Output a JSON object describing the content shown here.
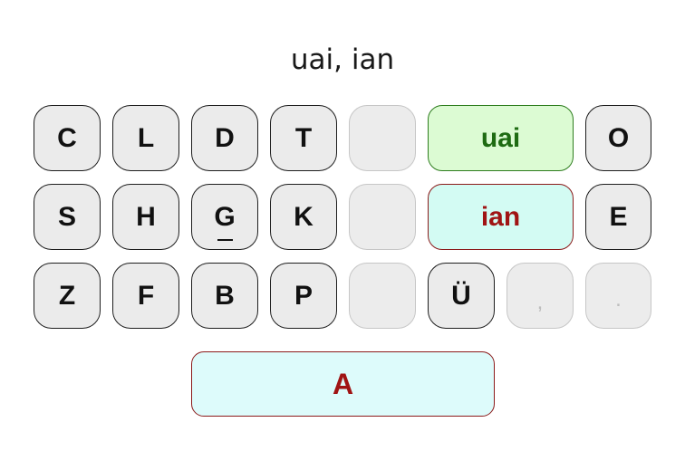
{
  "header": {
    "text": "uai, ian"
  },
  "keys": [
    {
      "name": "key-c",
      "label": "C",
      "style": "normal"
    },
    {
      "name": "key-l",
      "label": "L",
      "style": "normal"
    },
    {
      "name": "key-d",
      "label": "D",
      "style": "normal"
    },
    {
      "name": "key-t",
      "label": "T",
      "style": "normal"
    },
    {
      "name": "key-blank-1",
      "label": "",
      "style": "empty"
    },
    {
      "name": "key-uai",
      "label": "uai",
      "style": "green"
    },
    {
      "name": "key-o",
      "label": "O",
      "style": "normal"
    },
    {
      "name": "key-s",
      "label": "S",
      "style": "normal"
    },
    {
      "name": "key-h",
      "label": "H",
      "style": "normal"
    },
    {
      "name": "key-g-underlined",
      "label": "G",
      "style": "normal",
      "underline": true
    },
    {
      "name": "key-k",
      "label": "K",
      "style": "normal"
    },
    {
      "name": "key-blank-2",
      "label": "",
      "style": "empty"
    },
    {
      "name": "key-ian",
      "label": "ian",
      "style": "cyan"
    },
    {
      "name": "key-e",
      "label": "E",
      "style": "normal"
    },
    {
      "name": "key-z",
      "label": "Z",
      "style": "normal"
    },
    {
      "name": "key-f",
      "label": "F",
      "style": "normal"
    },
    {
      "name": "key-b",
      "label": "B",
      "style": "normal"
    },
    {
      "name": "key-p",
      "label": "P",
      "style": "normal"
    },
    {
      "name": "key-blank-3",
      "label": "",
      "style": "empty"
    },
    {
      "name": "key-u-umlaut",
      "label": "Ü",
      "style": "normal"
    },
    {
      "name": "key-comma",
      "label": ",",
      "style": "empty"
    },
    {
      "name": "key-period",
      "label": ".",
      "style": "empty"
    }
  ],
  "space_key": {
    "label": "A"
  },
  "colors": {
    "green_fill": "#dcfbd3",
    "green_text": "#1e6b12",
    "cyan_fill": "#d3fbf3",
    "red_text": "#a01414",
    "key_fill": "#ebebeb"
  }
}
